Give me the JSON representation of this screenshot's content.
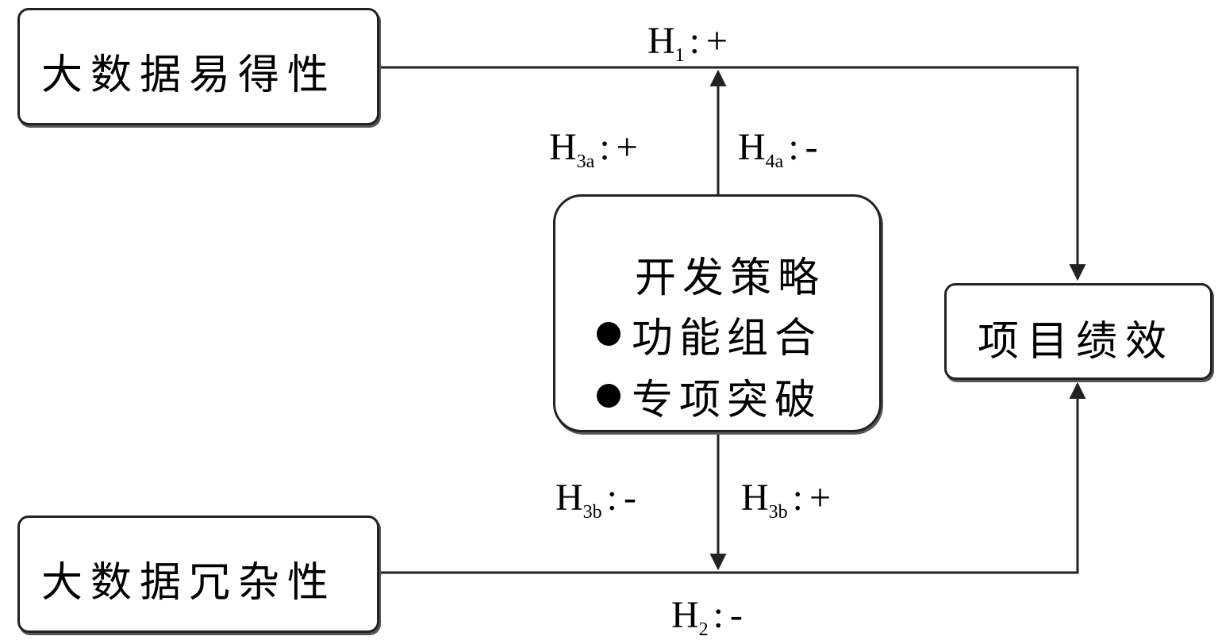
{
  "nodes": {
    "availability": "大数据易得性",
    "redundancy": "大数据冗杂性",
    "performance": "项目绩效",
    "strategy": {
      "title": "开发策略",
      "items": [
        "功能组合",
        "专项突破"
      ]
    }
  },
  "hypotheses": {
    "h1": {
      "letter": "H",
      "sub": "1",
      "sign": "+"
    },
    "h2": {
      "letter": "H",
      "sub": "2",
      "sign": "-"
    },
    "h3a": {
      "letter": "H",
      "sub": "3a",
      "sign": "+"
    },
    "h4a": {
      "letter": "H",
      "sub": "4a",
      "sign": "-"
    },
    "h3b_left": {
      "letter": "H",
      "sub": "3b",
      "sign": "-"
    },
    "h3b_right": {
      "letter": "H",
      "sub": "3b",
      "sign": "+"
    }
  },
  "colors": {
    "line": "#222222",
    "shadow": "#555555"
  }
}
